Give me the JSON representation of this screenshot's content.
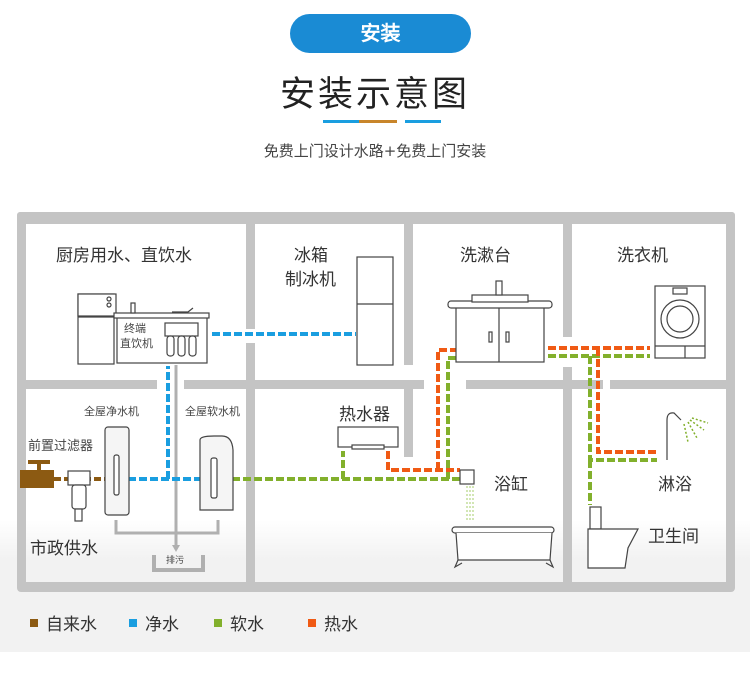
{
  "header": {
    "badge": "安装",
    "title": "安装示意图",
    "subtitle": "免费上门设计水路+免费上门安装",
    "underline_colors": [
      "#1a9ee0",
      "#c8852a",
      "#1a9ee0"
    ]
  },
  "colors": {
    "brand": "#1a8bd4",
    "wall": "#c4c4c4",
    "tap_water": "#8c5a12",
    "pure_water": "#1a9ee0",
    "soft_water": "#82b02c",
    "hot_water": "#f05a14"
  },
  "rooms": {
    "kitchen": "厨房用水、直饮水",
    "fridge_line1": "冰箱",
    "fridge_line2": "制冰机",
    "basin": "洗漱台",
    "washer": "洗衣机",
    "heater": "热水器",
    "bathtub": "浴缸",
    "shower": "淋浴",
    "toilet": "卫生间",
    "municipal": "市政供水"
  },
  "devices": {
    "terminal_line1": "终端",
    "terminal_line2": "直饮机",
    "whole_house_purifier": "全屋净水机",
    "whole_house_softener": "全屋软水机",
    "pre_filter": "前置过滤器",
    "drain": "排污"
  },
  "legend": [
    {
      "label": "自来水",
      "color": "#8c5a12"
    },
    {
      "label": "净水",
      "color": "#1a9ee0"
    },
    {
      "label": "软水",
      "color": "#82b02c"
    },
    {
      "label": "热水",
      "color": "#f05a14"
    }
  ]
}
